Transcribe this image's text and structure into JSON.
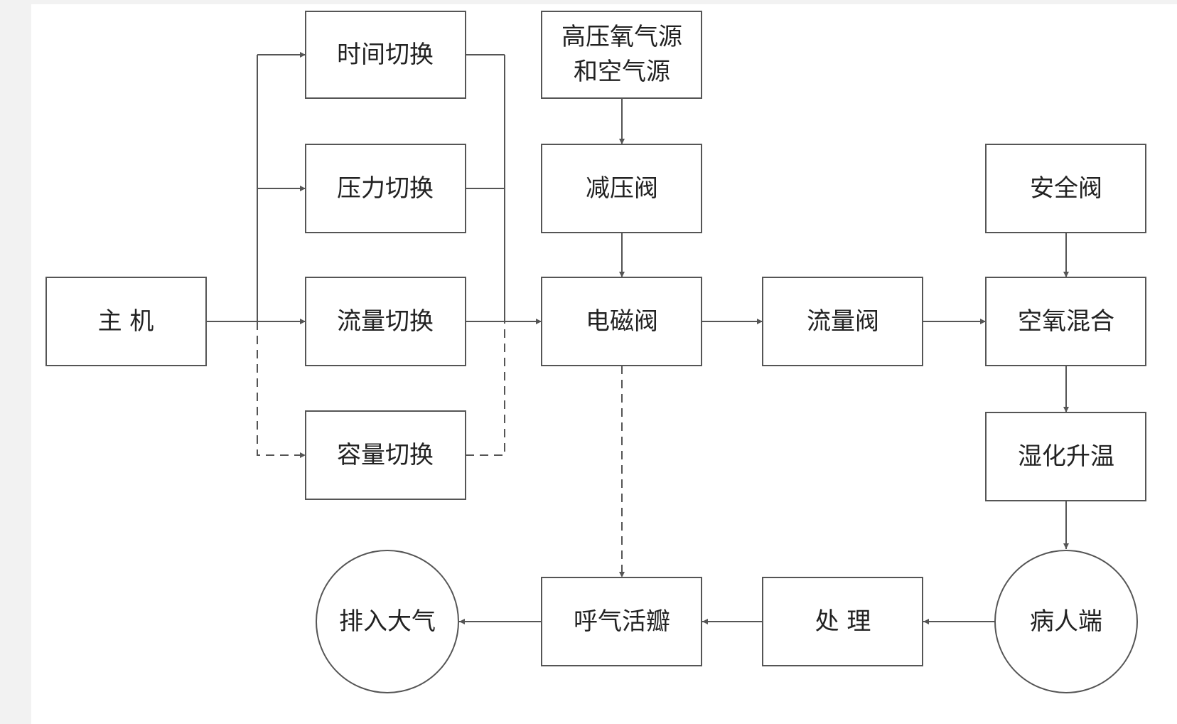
{
  "nodes": {
    "host": "主 机",
    "time_switch": "时间切换",
    "pressure_switch": "压力切换",
    "flow_switch": "流量切换",
    "volume_switch": "容量切换",
    "gas_source_line1": "高压氧气源",
    "gas_source_line2": "和空气源",
    "pressure_reducing_valve": "减压阀",
    "solenoid_valve": "电磁阀",
    "flow_valve": "流量阀",
    "safety_valve": "安全阀",
    "air_oxygen_mixing": "空氧混合",
    "humidify_heat": "湿化升温",
    "patient_end": "病人端",
    "processing": "处 理",
    "exhalation_valve": "呼气活瓣",
    "exhaust_atmosphere": "排入大气"
  },
  "colors": {
    "stroke": "#555555",
    "text": "#222222",
    "background": "#ffffff"
  }
}
